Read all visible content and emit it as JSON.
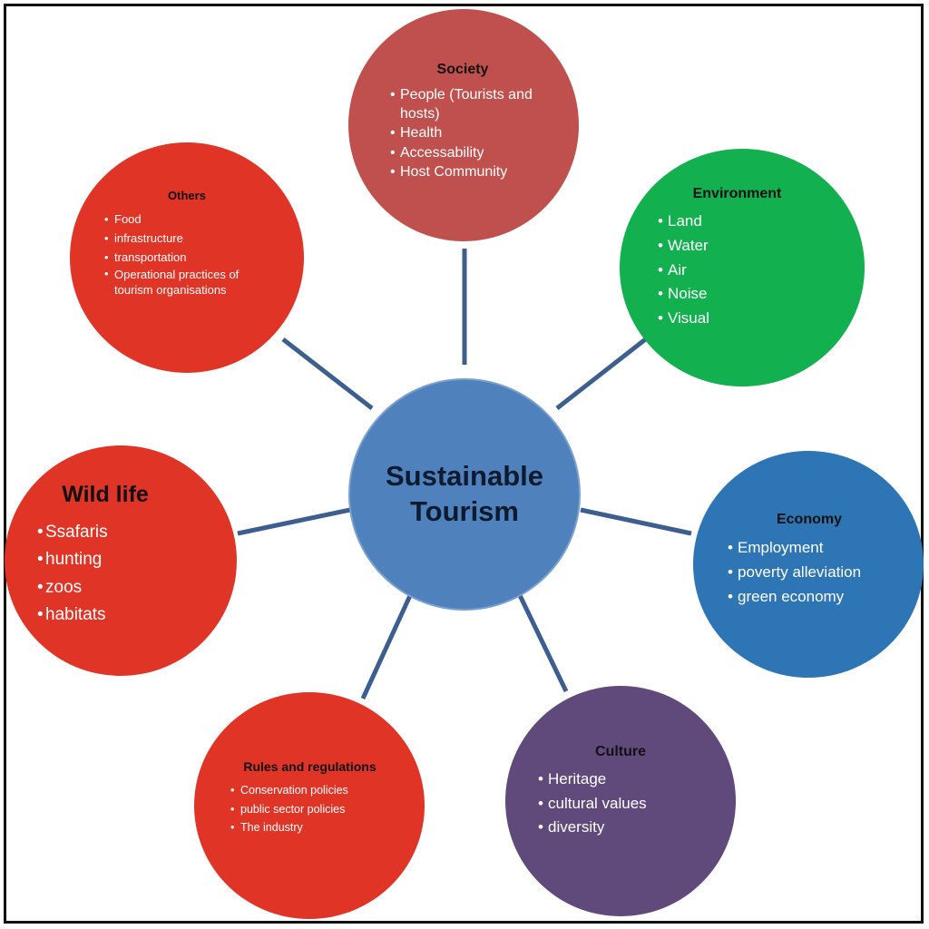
{
  "center": {
    "title": "Sustainable Tourism"
  },
  "colors": {
    "center": "#4f81bd",
    "society": "#c0504d",
    "environment": "#12b04f",
    "economy": "#2e75b6",
    "culture": "#604a7b",
    "red_nodes": "#e03426",
    "connector": "#3d5f8f"
  },
  "nodes": {
    "society": {
      "title": "Society",
      "items": [
        "People (Tourists and hosts)",
        "Health",
        "Accessability",
        "Host Community"
      ]
    },
    "environment": {
      "title": "Environment",
      "items": [
        "Land",
        "Water",
        "Air",
        "Noise",
        "Visual"
      ]
    },
    "economy": {
      "title": "Economy",
      "items": [
        "Employment",
        "poverty alleviation",
        "green economy"
      ]
    },
    "culture": {
      "title": "Culture",
      "items": [
        "Heritage",
        "cultural values",
        "diversity"
      ]
    },
    "rules": {
      "title": "Rules and regulations",
      "items": [
        "Conservation policies",
        "public sector policies",
        "The industry"
      ]
    },
    "wildlife": {
      "title": "Wild life",
      "items": [
        "Ssafaris",
        "hunting",
        "zoos",
        "habitats"
      ]
    },
    "others": {
      "title": "Others",
      "items": [
        "Food",
        "infrastructure",
        "transportation",
        "Operational practices of tourism organisations"
      ]
    }
  }
}
